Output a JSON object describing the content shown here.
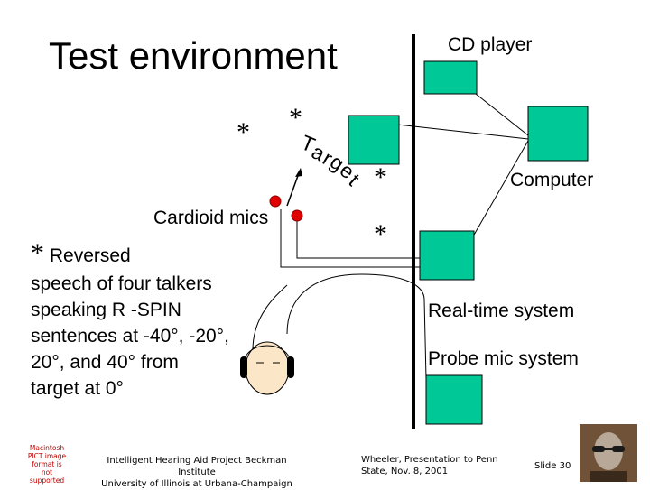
{
  "title": "Test environment",
  "labels": {
    "cd_player": "CD player",
    "computer": "Computer",
    "realtime": "Real-time system",
    "probe": "Probe mic system",
    "mics": "Cardioid mics",
    "target_word": "Target",
    "target_letters": [
      "T",
      "a",
      "r",
      "g",
      "e",
      "t"
    ]
  },
  "speaker_symbol": "*",
  "caption": {
    "symbol": "*",
    "text_first": "Reversed",
    "text_rest": "speech of four talkers speaking R -SPIN sentences at -40°, -20°, 20°, and 40° from target at 0°"
  },
  "placeholder_text": "Macintosh PICT image format is not supported",
  "footer": {
    "institute_line1": "Intelligent Hearing Aid Project Beckman Institute",
    "institute_line2": "University of Illinois at Urbana-Champaign",
    "presenter_line1": "Wheeler, Presentation to Penn",
    "presenter_line2": "State, Nov. 8, 2001",
    "slide": "Slide 30"
  },
  "colors": {
    "device_fill": "#00c896",
    "mic_fill": "#e00000",
    "lines": "#000000",
    "placeholder_text": "#c00000",
    "head_skin": "#fbe6c8"
  },
  "icons": {
    "mic": "red-dot-icon",
    "listener": "head-with-headphones-icon",
    "speaker": "asterisk-icon"
  }
}
